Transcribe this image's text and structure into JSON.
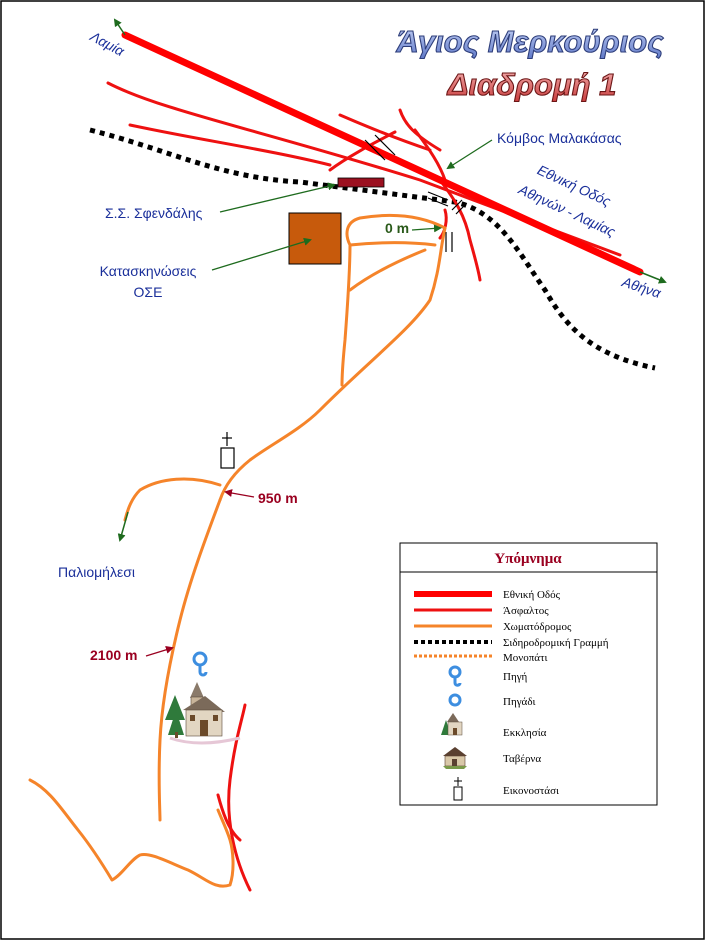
{
  "title": {
    "line1": "Άγιος Μερκούριος",
    "line2": "Διαδρομή 1"
  },
  "places": {
    "lamia": "Λαμία",
    "athina": "Αθήνα",
    "palaiomilesi": "Παλιομήλεσι",
    "kombos": "Κόμβος Μαλακάσας",
    "ethniki_line1": "Εθνική Οδός",
    "ethniki_line2": "Αθηνών - Λαμίας",
    "sfendalis": "Σ.Σ. Σφενδάλης",
    "kataskinoseis_line1": "Κατασκηνώσεις",
    "kataskinoseis_line2": "ΟΣΕ"
  },
  "distances": {
    "start": "0 m",
    "mid": "950 m",
    "far": "2100 m"
  },
  "legend": {
    "title": "Υπόμνημα",
    "items": [
      {
        "label": "Εθνική Οδός",
        "symbol": "highway"
      },
      {
        "label": "Άσφαλτος",
        "symbol": "asphalt"
      },
      {
        "label": "Χωματόδρομος",
        "symbol": "dirt-road"
      },
      {
        "label": "Σιδηροδρομική Γραμμή",
        "symbol": "railway"
      },
      {
        "label": "Μονοπάτι",
        "symbol": "path"
      },
      {
        "label": "Πηγή",
        "symbol": "spring-icon"
      },
      {
        "label": "Πηγάδι",
        "symbol": "well-icon"
      },
      {
        "label": "Εκκλησία",
        "symbol": "church-icon"
      },
      {
        "label": "Ταβέρνα",
        "symbol": "tavern-icon"
      },
      {
        "label": "Εικονοστάσι",
        "symbol": "shrine-icon"
      }
    ]
  },
  "colors": {
    "highway": "#ff0000",
    "asphalt": "#ee1111",
    "dirt_road": "#f5842a",
    "railway": "#000000",
    "place_text": "#1a2f9a",
    "distance_text": "#9a0020",
    "arrow": "#1e6b1e",
    "camp_building": "#c75a0c",
    "station_building": "#9b1020",
    "spring": "#3d8ee0",
    "title_line1": "#8ea3e0",
    "title_line2": "#e07070"
  }
}
